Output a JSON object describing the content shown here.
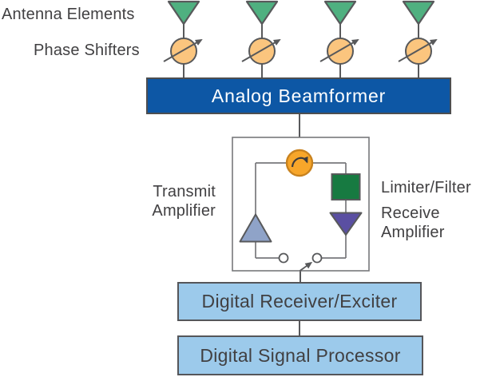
{
  "labels": {
    "antenna_elements": "Antenna Elements",
    "phase_shifters": "Phase Shifters",
    "transmit_amplifier": "Transmit Amplifier",
    "limiter_filter": "Limiter/Filter",
    "receive_amplifier": "Receive Amplifier"
  },
  "blocks": {
    "analog_beamformer": "Analog Beamformer",
    "digital_receiver_exciter": "Digital Receiver/Exciter",
    "digital_signal_processor": "Digital Signal Processor"
  },
  "components": {
    "antenna_count": 4,
    "phase_shifter_count": 4,
    "icons": [
      "antenna-icon",
      "phase-shifter-icon",
      "circulator-icon",
      "limiter-filter-icon",
      "receive-amplifier-icon",
      "transmit-amplifier-icon",
      "tr-switch-icon"
    ]
  },
  "colors": {
    "antenna_green": "#4fb080",
    "phase_shifter_orange": "#fbc57e",
    "circulator_orange": "#f7a62a",
    "circulator_border": "#c8821e",
    "beamformer_blue": "#0d57a5",
    "limiter_green": "#177a41",
    "receive_amp_purple": "#5a4fa2",
    "transmit_amp_blue": "#8fa3c8",
    "digital_box_blue": "#9ccaeb",
    "line_gray": "#58595b",
    "text_dark": "#414042"
  }
}
